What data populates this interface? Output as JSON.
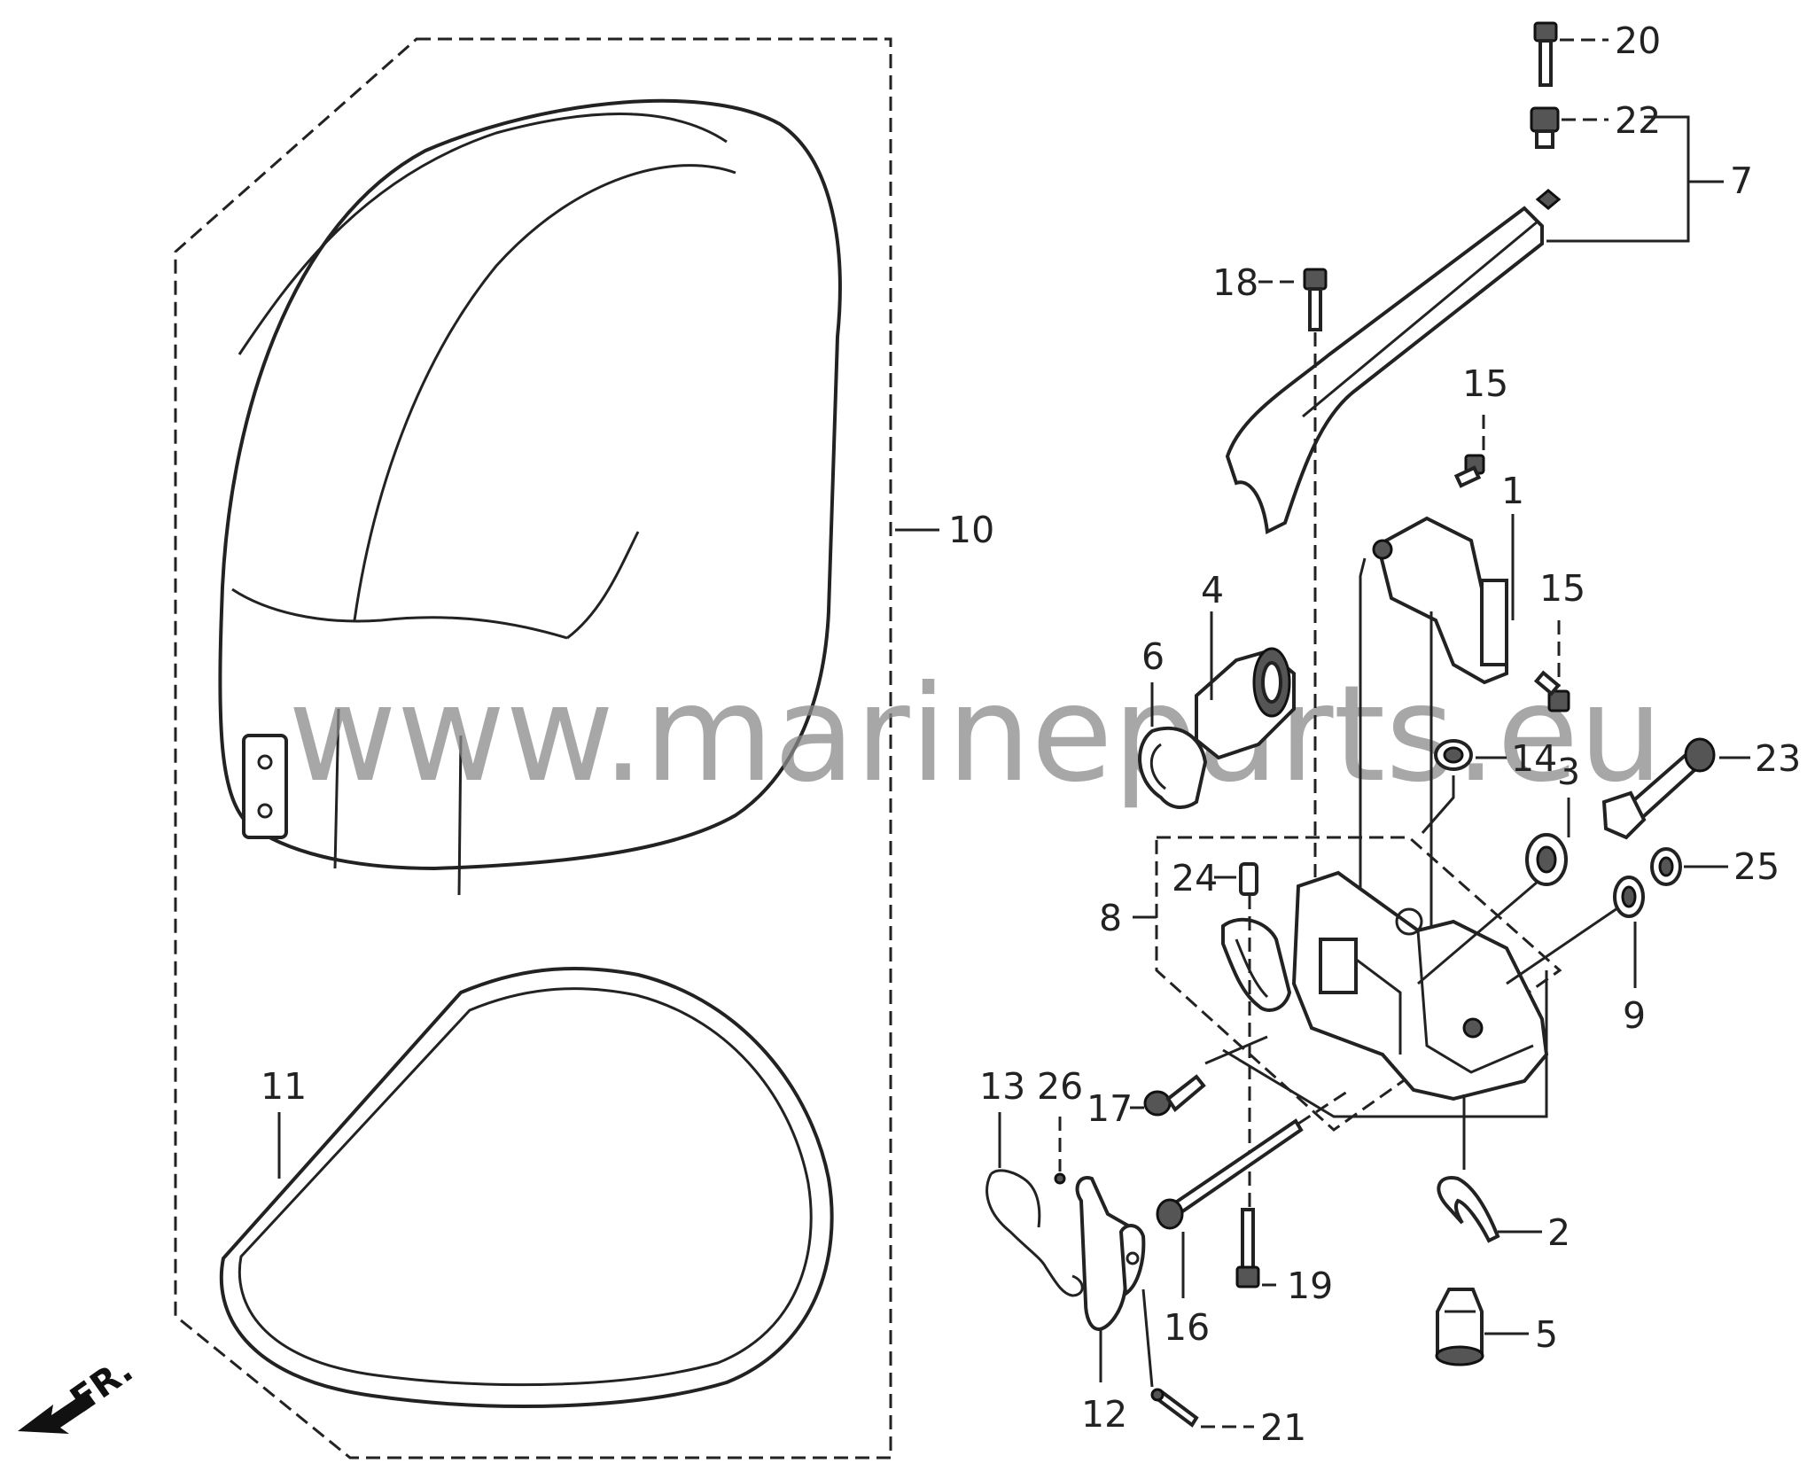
{
  "watermark": "www.marineparts.eu",
  "direction_label": "FR.",
  "callouts": {
    "c1": "1",
    "c2": "2",
    "c3": "3",
    "c4": "4",
    "c5": "5",
    "c6": "6",
    "c7": "7",
    "c8": "8",
    "c9": "9",
    "c10": "10",
    "c11": "11",
    "c12": "12",
    "c13": "13",
    "c14": "14",
    "c15a": "15",
    "c15b": "15",
    "c16": "16",
    "c17": "17",
    "c18": "18",
    "c19": "19",
    "c20": "20",
    "c21": "21",
    "c22": "22",
    "c23": "23",
    "c24": "24",
    "c25": "25",
    "c26": "26"
  }
}
